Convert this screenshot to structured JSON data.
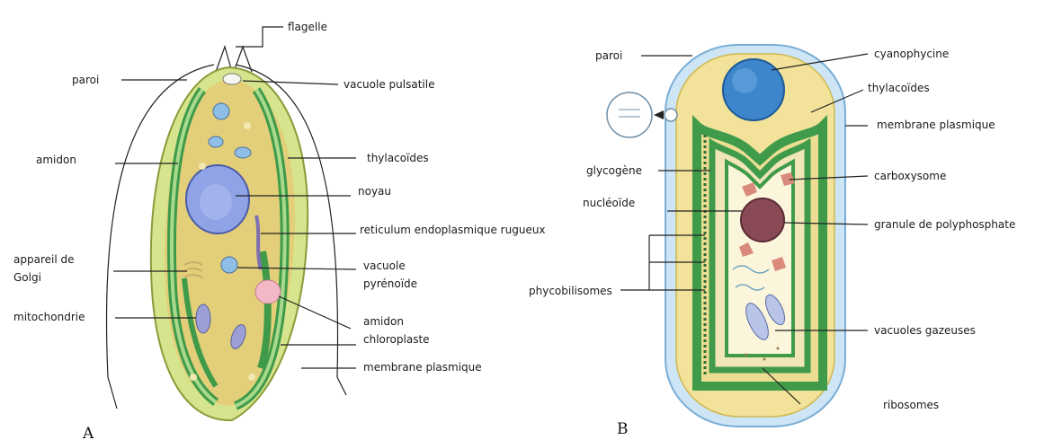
{
  "panels": {
    "a": "A",
    "b": "B"
  },
  "cell_a": {
    "labels": {
      "flagelle": "flagelle",
      "paroi": "paroi",
      "vacuole_pulsatile": "vacuole pulsatile",
      "amidon": "amidon",
      "thylacoides": "thylacoïdes",
      "noyau": "noyau",
      "reticulum": "reticulum endoplasmique rugueux",
      "appareil_1": "appareil de",
      "appareil_2": "Golgi",
      "vacuole_1": "vacuole",
      "vacuole_2": "pyrénoïde",
      "mitochondrie": "mitochondrie",
      "amidon_2": "amidon",
      "chloroplaste": "chloroplaste",
      "membrane": "membrane plasmique"
    }
  },
  "cell_b": {
    "labels": {
      "paroi": "paroi",
      "cyanophycine": "cyanophycine",
      "thylacoides": "thylacoïdes",
      "membrane": "membrane plasmique",
      "glycogene": "glycogène",
      "carboxysome": "carboxysome",
      "nucleoide": "nucléoïde",
      "granule": "granule de polyphosphate",
      "phycobilisomes": "phycobilisomes",
      "vacuoles_gazeuses": "vacuoles gazeuses",
      "ribosomes": "ribosomes"
    }
  },
  "colors": {
    "cytoplasm": "#e3cf7a",
    "thylakoid_green": "#3f9b4a",
    "light_green": "#a8d98c",
    "nucleus_blue": "#8fa3e6",
    "wall_blue": "#cde5f5",
    "cyanophycin_blue": "#3d86cc",
    "polyphosphate": "#8a4a55"
  }
}
